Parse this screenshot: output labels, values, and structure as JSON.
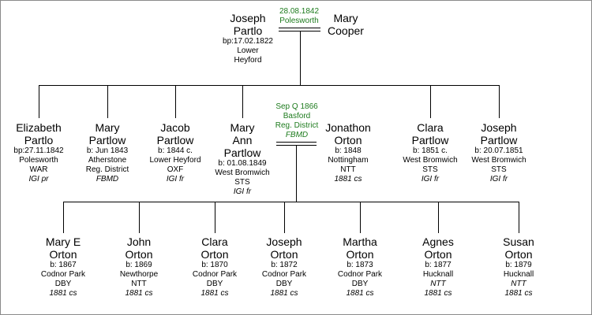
{
  "generation1": {
    "father": {
      "name_line1": "Joseph",
      "name_line2": "Partlo",
      "details": [
        "bp:17.02.1822",
        "Lower",
        "Heyford"
      ]
    },
    "mother": {
      "name_line1": "Mary",
      "name_line2": "Cooper"
    },
    "marriage": {
      "date": "28.08.1842",
      "place": "Polesworth"
    }
  },
  "generation2": [
    {
      "name": [
        "Elizabeth",
        "Partlo"
      ],
      "details": [
        "bp:27.11.1842",
        "Polesworth",
        "WAR"
      ],
      "source": "IGI pr"
    },
    {
      "name": [
        "Mary",
        "Partlow"
      ],
      "details": [
        "b: Jun 1843",
        "Atherstone",
        "Reg. District"
      ],
      "source": "FBMD"
    },
    {
      "name": [
        "Jacob",
        "Partlow"
      ],
      "details": [
        "b: 1844 c.",
        "Lower Heyford",
        "OXF"
      ],
      "source": "IGI fr"
    },
    {
      "name": [
        "Mary",
        "Ann",
        "Partlow"
      ],
      "details": [
        "b: 01.08.1849",
        "West Bromwich",
        "STS"
      ],
      "source": "IGI fr"
    },
    {
      "name": [
        "Jonathon",
        "Orton"
      ],
      "details": [
        "b: 1848",
        "Nottingham",
        "NTT"
      ],
      "source": "1881 cs"
    },
    {
      "name": [
        "Clara",
        "Partlow"
      ],
      "details": [
        "b: 1851 c.",
        "West Bromwich",
        "STS"
      ],
      "source": "IGI fr"
    },
    {
      "name": [
        "Joseph",
        "Partlow"
      ],
      "details": [
        "b: 20.07.1851",
        "West Bromwich",
        "STS"
      ],
      "source": "IGI fr"
    }
  ],
  "marriage2": {
    "lines": [
      "Sep Q 1866",
      "Basford",
      "Reg. District"
    ],
    "source": "FBMD"
  },
  "generation3": [
    {
      "name": [
        "Mary E",
        "Orton"
      ],
      "details": [
        "b: 1867",
        "Codnor Park",
        "DBY"
      ],
      "source": "1881 cs"
    },
    {
      "name": [
        "John",
        "Orton"
      ],
      "details": [
        "b: 1869",
        "Newthorpe",
        "NTT"
      ],
      "source": "1881 cs"
    },
    {
      "name": [
        "Clara",
        "Orton"
      ],
      "details": [
        "b: 1870",
        "Codnor Park",
        "DBY"
      ],
      "source": "1881 cs"
    },
    {
      "name": [
        "Joseph",
        "Orton"
      ],
      "details": [
        "b: 1872",
        "Codnor Park",
        "DBY"
      ],
      "source": "1881 cs"
    },
    {
      "name": [
        "Martha",
        "Orton"
      ],
      "details": [
        "b: 1873",
        "Codnor Park",
        "DBY"
      ],
      "source": "1881 cs"
    },
    {
      "name": [
        "Agnes",
        "Orton"
      ],
      "details": [
        "b: 1877",
        "Hucknall",
        "NTT"
      ],
      "source": "1881 cs"
    },
    {
      "name": [
        "Susan",
        "Orton"
      ],
      "details": [
        "b: 1879",
        "Hucknall",
        "NTT"
      ],
      "source": "1881 cs"
    }
  ]
}
